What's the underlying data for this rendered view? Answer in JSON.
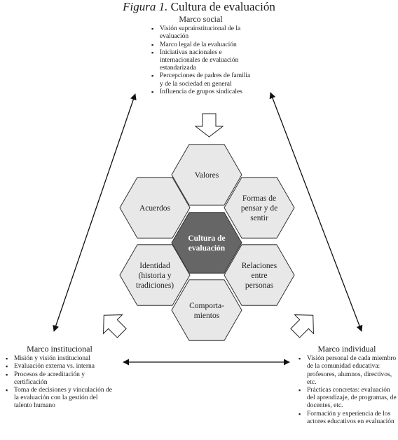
{
  "title": {
    "prefix": "Figura 1.",
    "text": "Cultura de evaluación"
  },
  "social": {
    "heading": "Marco social",
    "items": [
      "Visión supra­institucional de la evaluación",
      "Marco legal de la evaluación",
      "Iniciativas nacionales e internacionales de evaluación estandarizada",
      "Percepciones de padres de familia y de la sociedad en general",
      "Influencia de grupos sindicales"
    ]
  },
  "institucional": {
    "heading": "Marco institucional",
    "items": [
      "Misión y visión institucional",
      "Evaluación externa vs. interna",
      "Procesos de acreditación y certificación",
      "Toma de decisiones y vinculación de la evaluación con la gestión del talento humano"
    ]
  },
  "individual": {
    "heading": "Marco individual",
    "items": [
      "Visión personal de cada miembro de la comunidad educativa: profesores, alumnos, directivos, etc.",
      "Prácticas concretas: evaluación del aprendizaje, de programas, de docentes, etc.",
      "Formación y experiencia de los actores educativos en evaluación"
    ]
  },
  "hexagons": {
    "center": [
      "Cultura de",
      "evaluación"
    ],
    "valores": [
      "Valores"
    ],
    "formas": [
      "Formas de",
      "pensar y de",
      "sentir"
    ],
    "relaciones": [
      "Relaciones",
      "entre",
      "personas"
    ],
    "comportamientos": [
      "Comporta-",
      "mientos"
    ],
    "identidad": [
      "Identidad",
      "(historia y",
      "tradiciones)"
    ],
    "acuerdos": [
      "Acuerdos"
    ]
  },
  "colors": {
    "hex_fill": "#e8e8e8",
    "hex_center": "#666666",
    "stroke": "#333333"
  }
}
